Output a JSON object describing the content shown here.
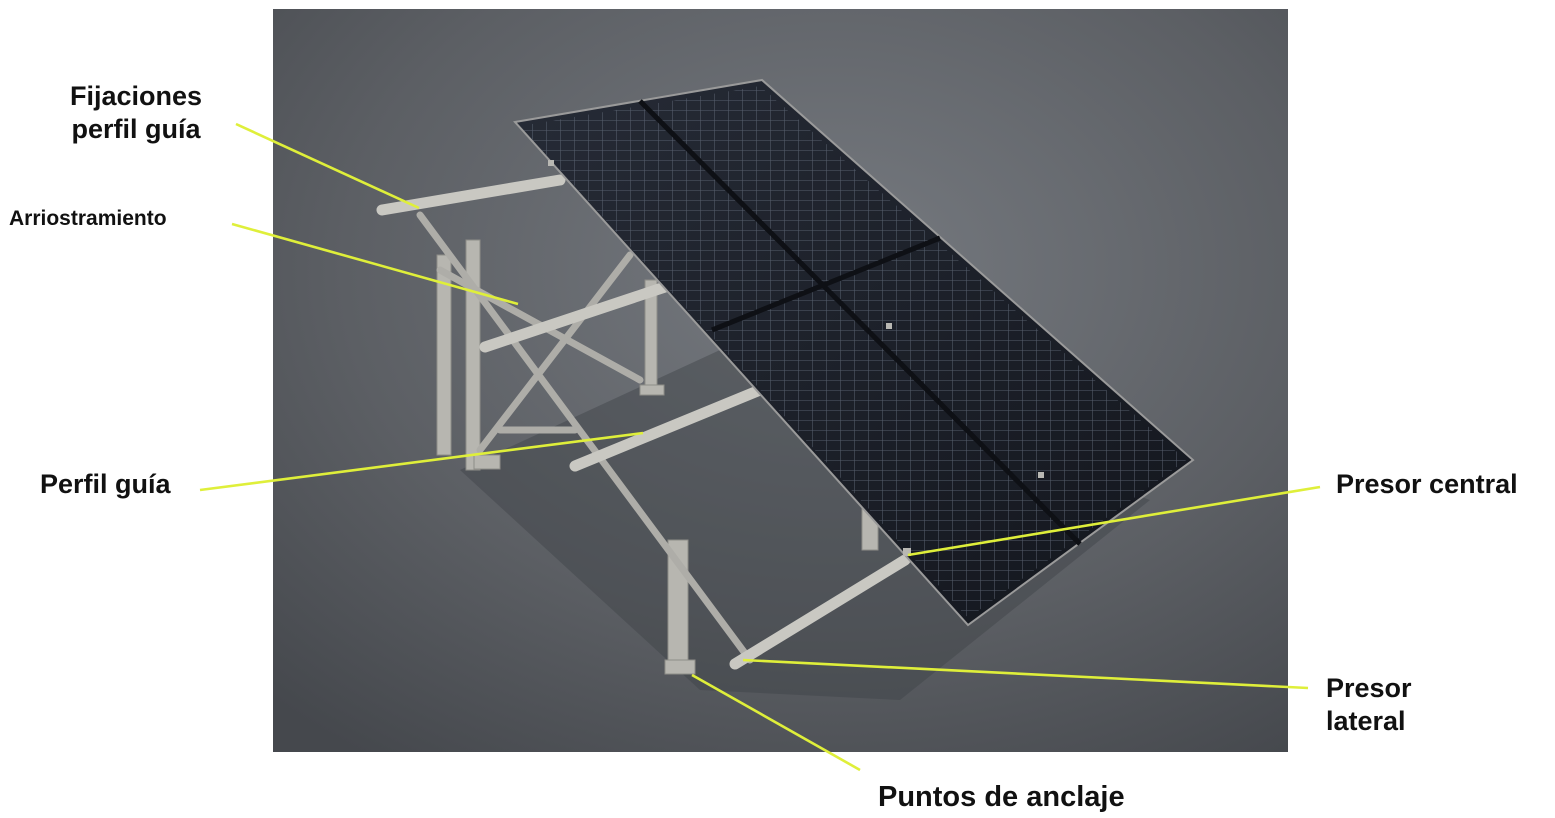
{
  "labels": {
    "fijaciones": [
      "Fijaciones",
      "perfil guía"
    ],
    "arriostramiento": "Arriostramiento",
    "perfil_guia": "Perfil guía",
    "presor_central": "Presor central",
    "presor_lateral": [
      "Presor",
      "lateral"
    ],
    "puntos_anclaje": "Puntos de anclaje"
  },
  "colors": {
    "leader_line": "#dfef3a",
    "ground": "#5e6166",
    "panel": "#1b1f28",
    "cell_grid": "#6d7685",
    "frame": "#b9b8b3"
  }
}
